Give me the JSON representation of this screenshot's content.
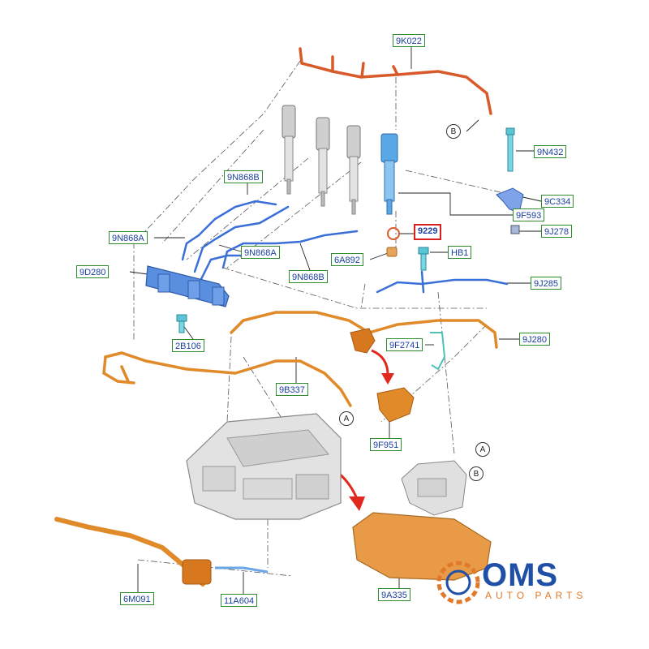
{
  "colors": {
    "label_border": "#2e8b2e",
    "label_text": "#1a3fa0",
    "highlight": "#d81e1e",
    "fuel_line": "#3a6fd8",
    "harness_red": "#d85a2a",
    "harness_orange": "#e08a2a",
    "injector": "#c8c8c8",
    "engine": "#d8d8d8",
    "logo_blue": "#1f4fa6",
    "logo_orange": "#e07a2a"
  },
  "labels": {
    "9K022": "9K022",
    "9N432": "9N432",
    "9C334": "9C334",
    "9J278": "9J278",
    "9F593": "9F593",
    "9229": "9229",
    "HB1": "HB1",
    "6A892": "6A892",
    "9N868B_top": "9N868B",
    "9N868A_left": "9N868A",
    "9N868A_mid": "9N868A",
    "9N868B_bottom": "9N868B",
    "9D280": "9D280",
    "9J285": "9J285",
    "9J280": "9J280",
    "9F2741": "9F2741",
    "2B106": "2B106",
    "9B337": "9B337",
    "9F951": "9F951",
    "6M091": "6M091",
    "11A604": "11A604",
    "9A335": "9A335"
  },
  "callouts": {
    "B_top": "B",
    "A_mid": "A",
    "A_right": "A",
    "B_right": "B"
  },
  "logo": {
    "main": "OMS",
    "sub": "AUTO PARTS"
  }
}
